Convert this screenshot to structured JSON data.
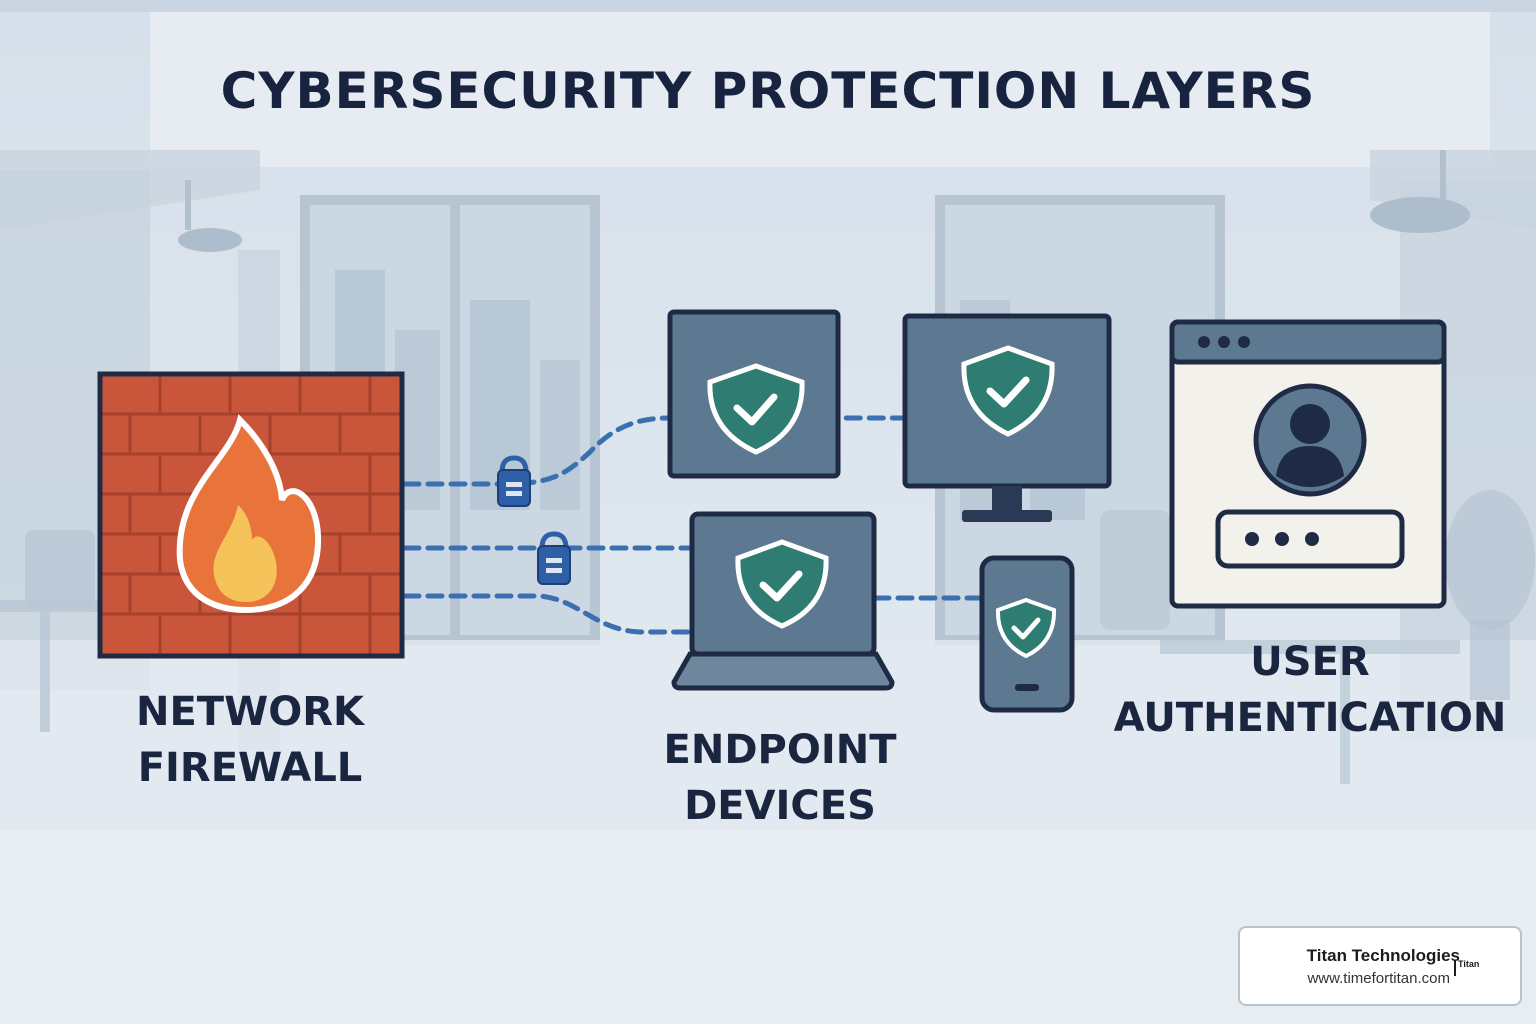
{
  "title": "CYBERSECURITY PROTECTION LAYERS",
  "layers": [
    {
      "lines": [
        "NETWORK",
        "FIREWALL"
      ]
    },
    {
      "lines": [
        "ENDPOINT",
        "DEVICES"
      ]
    },
    {
      "lines": [
        "USER",
        "AUTHENTICATION"
      ]
    }
  ],
  "brand": {
    "name": "Titan Technologies",
    "url": "www.timefortitan.com",
    "logo_text": "Titan"
  },
  "colors": {
    "brick": "#c9553a",
    "flame": "#e8743b",
    "shield": "#2f7d72",
    "device": "#5d7891",
    "link": "#3a6fb0",
    "ink": "#17233f"
  }
}
